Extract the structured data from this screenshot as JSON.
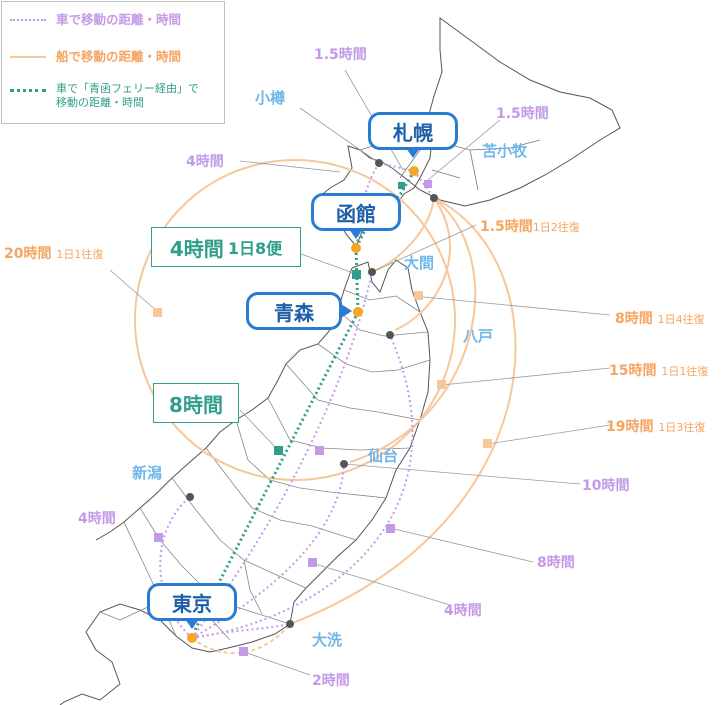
{
  "legend": {
    "car_text": "車で移動の距離・時間",
    "ship_text": "船で移動の距離・時間",
    "ferry_text_1": "車で「青函フェリー経由」で",
    "ferry_text_2": "移動の距離・時間"
  },
  "cities": {
    "sapporo": "札幌",
    "hakodate": "函館",
    "aomori": "青森",
    "tokyo": "東京",
    "otaru": "小樽",
    "tomakomai": "苫小牧",
    "oma": "大間",
    "hachinohe": "八戸",
    "sendai": "仙台",
    "niigata": "新潟",
    "oarai": "大洗"
  },
  "ferry_labels": {
    "hakodate_aomori_time": "4時間",
    "hakodate_aomori_freq": "1日8便",
    "aomori_tokyo_time": "8時間"
  },
  "car_labels": {
    "otaru_sapporo": "1.5時間",
    "sapporo_tomakomai": "1.5時間",
    "otaru_hakodate": "4時間",
    "tokyo_niigata": "4時間",
    "tokyo_aomori": "10時間",
    "tokyo_hachinohe": "8時間",
    "tokyo_sendai": "4時間",
    "tokyo_oarai": "2時間"
  },
  "ship_labels": {
    "oma_hakodate_time": "1.5時間",
    "oma_hakodate_freq": "1日2往復",
    "hachinohe_tomakomai_time": "8時間",
    "hachinohe_tomakomai_freq": "1日4往復",
    "sendai_tomakomai_time": "15時間",
    "sendai_tomakomai_freq": "1日1往復",
    "oarai_tomakomai_time": "19時間",
    "oarai_tomakomai_freq": "1日3往復",
    "niigata_otaru_time": "20時間",
    "niigata_otaru_freq": "1日1往復"
  },
  "colors": {
    "car": "#c49ae8",
    "ship": "#f7c79a",
    "ferry": "#2f9e8a",
    "city_text": "#6fb6ea",
    "callout_border": "#2a7bd4",
    "port_dot": "#f5a623",
    "node_dot": "#555555"
  }
}
